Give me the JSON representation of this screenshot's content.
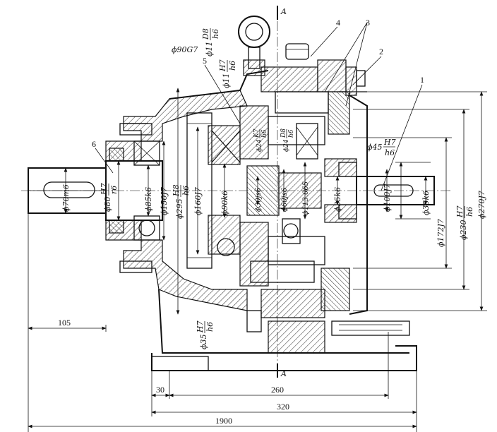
{
  "section_mark": "A",
  "fits": {
    "phi11_d8h6": {
      "prefix": "ϕ11",
      "num": "D8",
      "den": "h6"
    },
    "phi11_h7h6": {
      "prefix": "ϕ11",
      "num": "H7",
      "den": "h6"
    },
    "phi90g7": "ϕ90G7",
    "phi45_h7h6": {
      "prefix": "ϕ45",
      "num": "H7",
      "den": "h6"
    },
    "phi80_h7r6": {
      "prefix": "ϕ80",
      "num": "H7",
      "den": "r6"
    },
    "phi295_h8h6": {
      "prefix": "ϕ295",
      "num": "H8",
      "den": "h6"
    },
    "phi35_h7h6": {
      "prefix": "ϕ35",
      "num": "H7",
      "den": "h6"
    },
    "phi230_h7h6": {
      "prefix": "ϕ230",
      "num": "H7",
      "den": "h6"
    },
    "phi24_k7h6": {
      "prefix": "ϕ24",
      "num": "K7",
      "den": "h6"
    },
    "phi24_d8h6": {
      "prefix": "ϕ24",
      "num": "D8",
      "den": "h6"
    }
  },
  "diameters": {
    "phi70m6": "ϕ70m6",
    "phi85k6": "ϕ85k6",
    "phi150j7": "ϕ150J7",
    "phi160j7": "ϕ160J7",
    "phi90k6": "ϕ90k6",
    "phi30js6": "ϕ30js6",
    "phi60js6": "ϕ60js6",
    "phi113": "ϕ113.065",
    "phi35k6a": "ϕ35k6",
    "phi100j7": "ϕ100J7",
    "phi35k6b": "ϕ35k6",
    "phi172j7": "ϕ172J7",
    "phi270j7": "ϕ270J7"
  },
  "part_numbers": [
    "1",
    "2",
    "3",
    "4",
    "5",
    "6"
  ],
  "dimensions": {
    "d105": "105",
    "d30": "30",
    "d260": "260",
    "d320": "320",
    "d1900": "1900"
  }
}
